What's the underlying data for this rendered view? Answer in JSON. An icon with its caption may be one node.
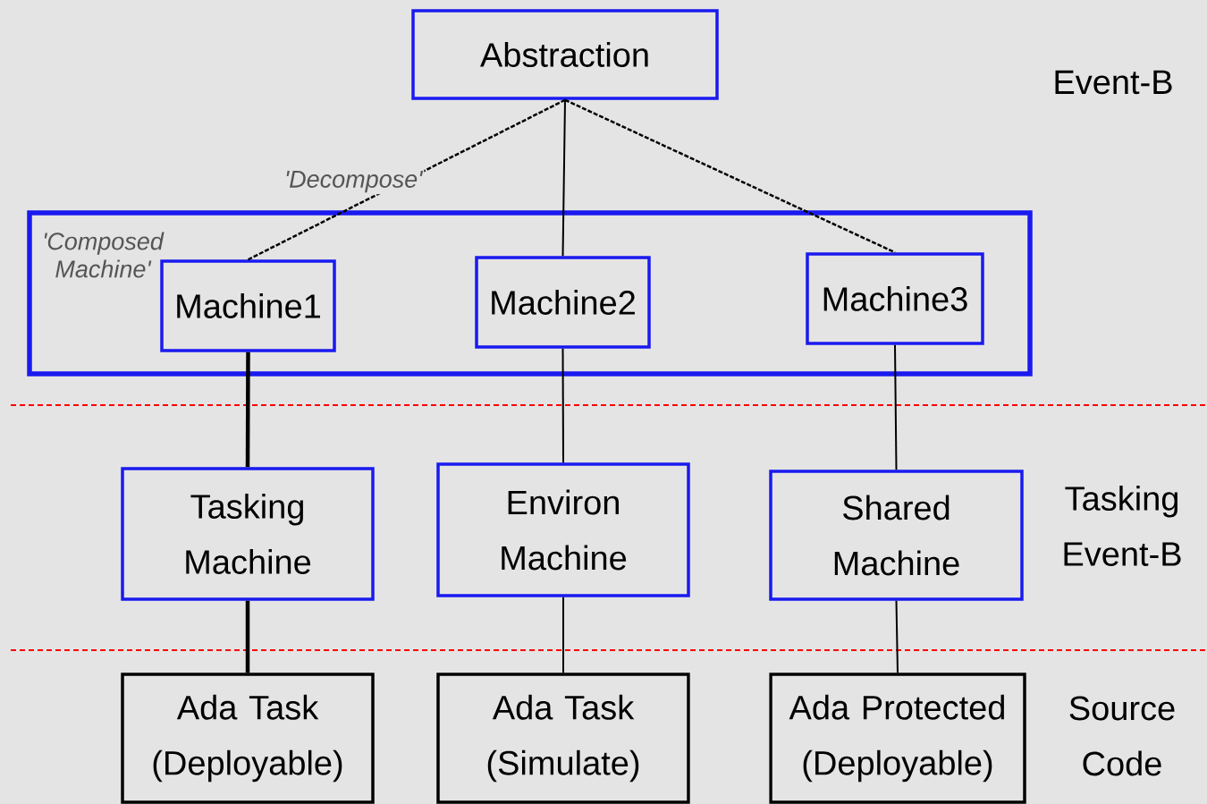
{
  "diagram": {
    "nodes": [
      {
        "text": [
          "Abstraction"
        ]
      },
      {
        "text": [
          "'Composed Machine'"
        ]
      },
      {
        "text": [
          "Machine1"
        ],
        "in": 1
      },
      {
        "text": [
          "Machine2"
        ],
        "in": 1
      },
      {
        "text": [
          "Machine3"
        ],
        "in": 1
      },
      {
        "text": [
          "Tasking Machine"
        ]
      },
      {
        "text": [
          "Environ Machine"
        ]
      },
      {
        "text": [
          "Shared Machine"
        ]
      },
      {
        "text": [
          "Ada Task (Deployable)"
        ]
      },
      {
        "text": [
          "Ada Task (Simulate)"
        ]
      },
      {
        "text": [
          "Ada Protected (Deployable)"
        ]
      }
    ],
    "edges": [
      {
        "from": 0,
        "to": 2,
        "arrow": "none",
        "style": "dashed",
        "label": "'Decompose'"
      },
      {
        "from": 0,
        "to": 3,
        "arrow": "none"
      },
      {
        "from": 0,
        "to": 4,
        "arrow": "none",
        "style": "dashed"
      },
      {
        "from": 2,
        "to": 5,
        "arrow": "none",
        "style": "thick"
      },
      {
        "from": 3,
        "to": 6,
        "arrow": "none"
      },
      {
        "from": 4,
        "to": 7,
        "arrow": "none"
      },
      {
        "from": 5,
        "to": 8,
        "arrow": "none",
        "style": "thick"
      },
      {
        "from": 6,
        "to": 9,
        "arrow": "none"
      },
      {
        "from": 7,
        "to": 10,
        "arrow": "none"
      }
    ],
    "labels": [
      "Event-B",
      "Tasking Event-B",
      "Source Code"
    ]
  }
}
